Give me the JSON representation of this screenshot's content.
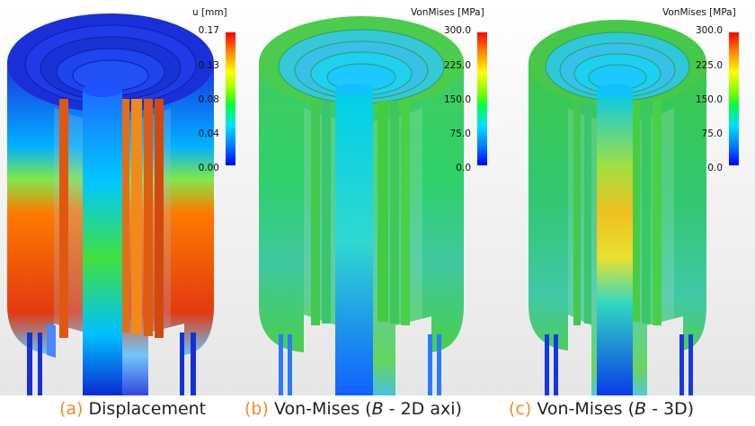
{
  "panels": [
    {
      "legend_title": "u [mm]",
      "ticks": [
        "0.17",
        "0.13",
        "0.08",
        "0.04",
        "0.00"
      ],
      "caption_tag": "(a)",
      "caption_text": "Displacement"
    },
    {
      "legend_title": "VonMises [MPa]",
      "ticks": [
        "300.0",
        "225.0",
        "150.0",
        "75.0",
        "0.0"
      ],
      "caption_tag": "(b)",
      "caption_pre": "Von-Mises (",
      "caption_var": "B",
      "caption_post": " - 2D axi)"
    },
    {
      "legend_title": "VonMises [MPa]",
      "ticks": [
        "300.0",
        "225.0",
        "150.0",
        "75.0",
        "0.0"
      ],
      "caption_tag": "(c)",
      "caption_pre": "Von-Mises (",
      "caption_var": "B",
      "caption_post": " - 3D)"
    }
  ],
  "colors": {
    "background_top": "#ffffff",
    "background_bottom": "#e8e8e8",
    "caption_tag": "#f28c28",
    "scale_max": "#ff0000",
    "scale_mid": "#00ff40",
    "scale_min": "#0000ff"
  }
}
